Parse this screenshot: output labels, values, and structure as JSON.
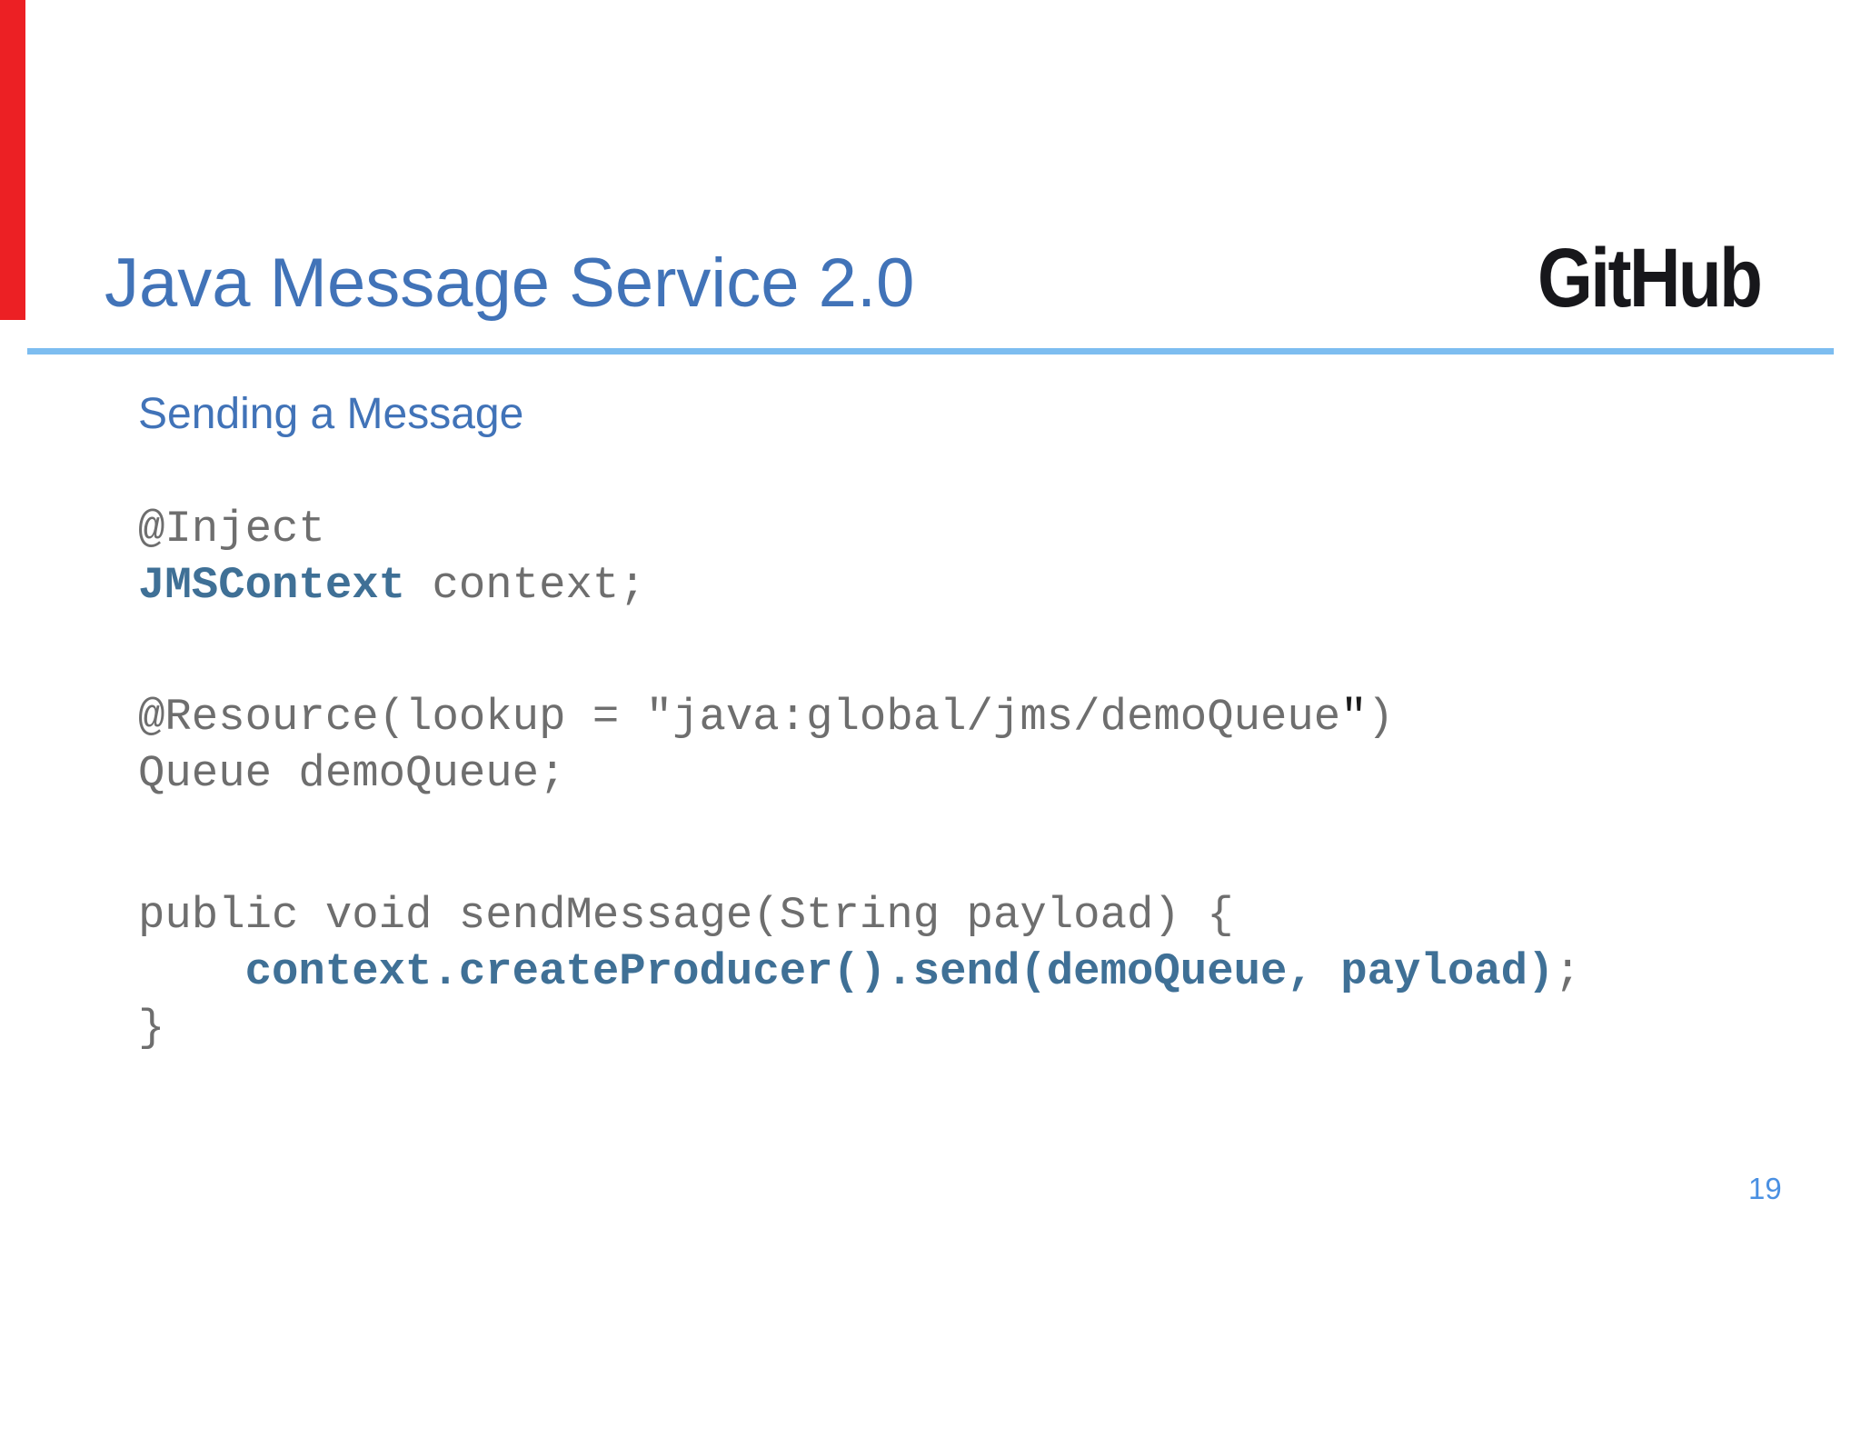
{
  "slide": {
    "title": "Java Message Service 2.0",
    "subtitle": "Sending a Message",
    "logo_text": "GitHub",
    "page_number": "19",
    "colors": {
      "title_blue": "#4173b8",
      "rule_blue": "#7dbdf0",
      "code_gray": "#6e6e6e",
      "code_blue": "#3f7096",
      "quote_black": "#1a1a1a",
      "logo_black": "#17171b",
      "page_blue": "#4a90e2",
      "red_bar": "#ec2024"
    },
    "code_blocks": [
      {
        "lines": [
          [
            {
              "t": "@Inject",
              "c": "gray"
            }
          ],
          [
            {
              "t": "JMSContext",
              "c": "blue"
            },
            {
              "t": " context;",
              "c": "gray"
            }
          ]
        ]
      },
      {
        "lines": [
          [
            {
              "t": "@Resource(lookup = \"java:global/jms/demoQueue",
              "c": "gray"
            },
            {
              "t": "\"",
              "c": "black"
            },
            {
              "t": ")",
              "c": "gray"
            }
          ],
          [
            {
              "t": "Queue demoQueue;",
              "c": "gray"
            }
          ]
        ]
      },
      {
        "lines": [
          [
            {
              "t": "public void sendMessage(String payload) {",
              "c": "gray"
            }
          ],
          [
            {
              "t": "    ",
              "c": "gray"
            },
            {
              "t": "context.createProducer().send(demoQueue, payload)",
              "c": "blue"
            },
            {
              "t": ";",
              "c": "gray"
            }
          ],
          [
            {
              "t": "}",
              "c": "gray"
            }
          ]
        ]
      }
    ]
  }
}
